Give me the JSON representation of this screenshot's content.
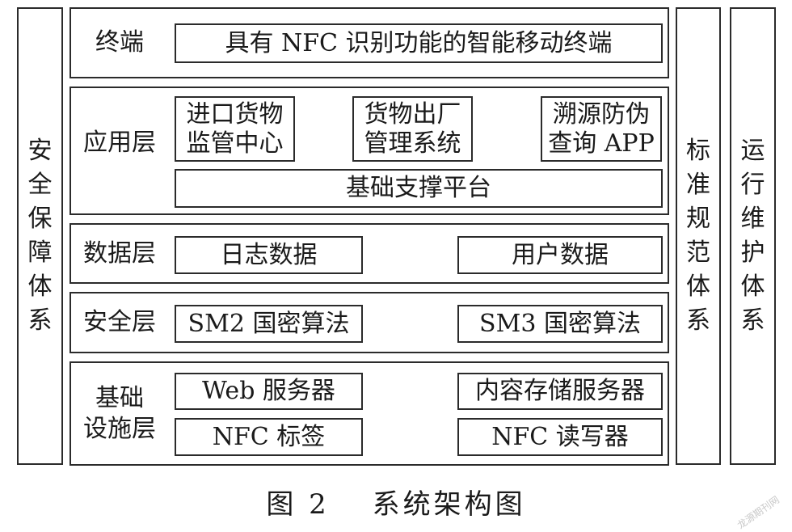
{
  "left_pillar": "安\n全\n保\n障\n体\n系",
  "right_pillar_1": "标\n准\n规\n范\n体\n系",
  "right_pillar_2": "运\n行\n维\n护\n体\n系",
  "layers": {
    "terminal": {
      "label": "终端",
      "item": "具有 NFC 识别功能的智能移动终端"
    },
    "application": {
      "label": "应用层",
      "item1": "进口货物\n监管中心",
      "item2": "货物出厂\n管理系统",
      "item3": "溯源防伪\n查询 APP",
      "platform": "基础支撑平台"
    },
    "data": {
      "label": "数据层",
      "item1": "日志数据",
      "item2": "用户数据"
    },
    "security": {
      "label": "安全层",
      "item1": "SM2 国密算法",
      "item2": "SM3 国密算法"
    },
    "infrastructure": {
      "label": "基础\n设施层",
      "item1": "Web 服务器",
      "item2": "内容存储服务器",
      "item3": "NFC 标签",
      "item4": "NFC 读写器"
    }
  },
  "caption": "图 2　 系统架构图",
  "watermark": "龙源期刊网"
}
